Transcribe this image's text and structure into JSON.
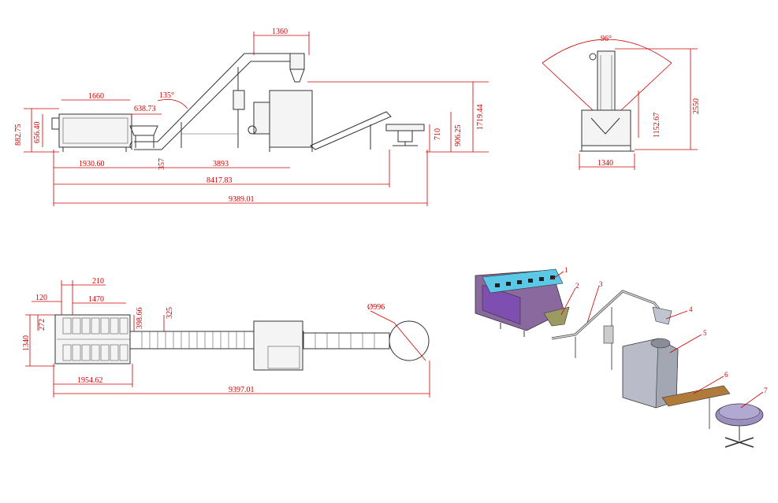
{
  "side_view": {
    "dims": {
      "d1360": "1360",
      "d1660": "1660",
      "d638": "638.73",
      "d135": "135°",
      "d882": "882.75",
      "d656": "656.40",
      "d1930": "1930.60",
      "d357": "357",
      "d3893": "3893",
      "d8417": "8417.83",
      "d9389": "9389.01",
      "d710": "710",
      "d906": "906.25",
      "d1719": "1719.44"
    }
  },
  "end_view": {
    "dims": {
      "d96": "96°",
      "d1152": "1152.67",
      "d2550": "2550",
      "d1340": "1340"
    }
  },
  "top_view": {
    "dims": {
      "d210": "210",
      "d120": "120",
      "d1470": "1470",
      "d272": "272",
      "d1340": "1340",
      "d398": "398.66",
      "d325": "325",
      "d996": "Ø996",
      "d1954": "1954.62",
      "d9397": "9397.01"
    }
  },
  "iso_view": {
    "callouts": [
      "1",
      "2",
      "3",
      "4",
      "5",
      "6",
      "7"
    ],
    "colors": {
      "weigher_frame": "#8a6a9e",
      "weigher_panel": "#7e4fb0",
      "hopper_top": "#5bc8e8",
      "packing_machine": "#b9bcc8",
      "output_conveyor": "#b07a3a",
      "rotary_table": "#9a8fc0"
    }
  }
}
